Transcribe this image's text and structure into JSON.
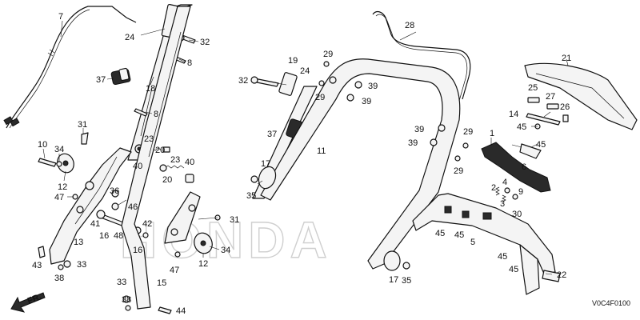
{
  "diagram": {
    "watermark": "HONDA",
    "direction_label": "FR.",
    "figure_code": "V0C4F0100",
    "callouts": [
      {
        "id": "c7",
        "text": "7"
      },
      {
        "id": "c24a",
        "text": "24"
      },
      {
        "id": "c32a",
        "text": "32"
      },
      {
        "id": "c8a",
        "text": "8"
      },
      {
        "id": "c37a",
        "text": "37"
      },
      {
        "id": "c18",
        "text": "18"
      },
      {
        "id": "c8b",
        "text": "8"
      },
      {
        "id": "c31a",
        "text": "31"
      },
      {
        "id": "c10",
        "text": "10"
      },
      {
        "id": "c34a",
        "text": "34"
      },
      {
        "id": "c12a",
        "text": "12"
      },
      {
        "id": "c47a",
        "text": "47"
      },
      {
        "id": "c23a",
        "text": "23"
      },
      {
        "id": "c20a",
        "text": "20"
      },
      {
        "id": "c40a",
        "text": "40"
      },
      {
        "id": "c23b",
        "text": "23"
      },
      {
        "id": "c20b",
        "text": "20"
      },
      {
        "id": "c40b",
        "text": "40"
      },
      {
        "id": "c36",
        "text": "36"
      },
      {
        "id": "c46",
        "text": "46"
      },
      {
        "id": "c41",
        "text": "41"
      },
      {
        "id": "c16a",
        "text": "16"
      },
      {
        "id": "c48",
        "text": "48"
      },
      {
        "id": "c42",
        "text": "42"
      },
      {
        "id": "c16b",
        "text": "16"
      },
      {
        "id": "c13",
        "text": "13"
      },
      {
        "id": "c43",
        "text": "43"
      },
      {
        "id": "c33a",
        "text": "33"
      },
      {
        "id": "c38a",
        "text": "38"
      },
      {
        "id": "c32b",
        "text": "32"
      },
      {
        "id": "c19",
        "text": "19"
      },
      {
        "id": "c24b",
        "text": "24"
      },
      {
        "id": "c29a",
        "text": "29"
      },
      {
        "id": "c29b",
        "text": "29"
      },
      {
        "id": "c39a",
        "text": "39"
      },
      {
        "id": "c39b",
        "text": "39"
      },
      {
        "id": "c37b",
        "text": "37"
      },
      {
        "id": "c11",
        "text": "11"
      },
      {
        "id": "c17a",
        "text": "17"
      },
      {
        "id": "c35a",
        "text": "35"
      },
      {
        "id": "c31b",
        "text": "31"
      },
      {
        "id": "c34b",
        "text": "34"
      },
      {
        "id": "c12b",
        "text": "12"
      },
      {
        "id": "c47b",
        "text": "47"
      },
      {
        "id": "c15",
        "text": "15"
      },
      {
        "id": "c33b",
        "text": "33"
      },
      {
        "id": "c38b",
        "text": "38"
      },
      {
        "id": "c44",
        "text": "44"
      },
      {
        "id": "c28",
        "text": "28"
      },
      {
        "id": "c39c",
        "text": "39"
      },
      {
        "id": "c39d",
        "text": "39"
      },
      {
        "id": "c29c",
        "text": "29"
      },
      {
        "id": "c29d",
        "text": "29"
      },
      {
        "id": "c17b",
        "text": "17"
      },
      {
        "id": "c35b",
        "text": "35"
      },
      {
        "id": "c21",
        "text": "21"
      },
      {
        "id": "c25",
        "text": "25"
      },
      {
        "id": "c27",
        "text": "27"
      },
      {
        "id": "c14",
        "text": "14"
      },
      {
        "id": "c26",
        "text": "26"
      },
      {
        "id": "c45a",
        "text": "45"
      },
      {
        "id": "c1",
        "text": "1"
      },
      {
        "id": "c45b",
        "text": "45"
      },
      {
        "id": "c6",
        "text": "6"
      },
      {
        "id": "c4",
        "text": "4"
      },
      {
        "id": "c9",
        "text": "9"
      },
      {
        "id": "c2",
        "text": "2"
      },
      {
        "id": "c3",
        "text": "3"
      },
      {
        "id": "c30",
        "text": "30"
      },
      {
        "id": "c45c",
        "text": "45"
      },
      {
        "id": "c45d",
        "text": "45"
      },
      {
        "id": "c5",
        "text": "5"
      },
      {
        "id": "c45e",
        "text": "45"
      },
      {
        "id": "c45f",
        "text": "45"
      },
      {
        "id": "c22",
        "text": "22"
      }
    ]
  }
}
